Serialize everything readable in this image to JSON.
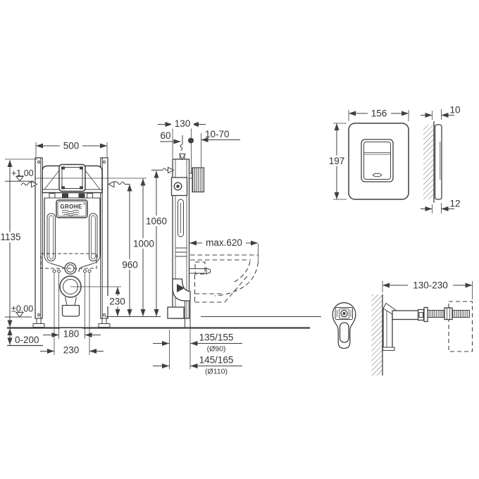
{
  "brand": {
    "logo": "GROHE",
    "registered": "®"
  },
  "front_view": {
    "width": "500",
    "height": "1135",
    "level_top": "+1.00",
    "level_floor": "±0.00",
    "floor_range": "0-200",
    "anchor_spacing": "180",
    "outlet_spacing": "230",
    "outlet_height": "230",
    "dim_960": "960",
    "dim_1000": "1000"
  },
  "side_view": {
    "depth": "130",
    "supply_offset": "60",
    "wall_thickness": "10-70",
    "dim_1060": "1060",
    "bowl_depth_max": "max.620",
    "outlet_90": "135/155",
    "outlet_90_dia": "(Ø90)",
    "outlet_110": "145/165",
    "outlet_110_dia": "(Ø110)"
  },
  "flush_plate": {
    "width": "156",
    "height": "197",
    "depth": "10",
    "total_depth": "12"
  },
  "wall_bracket": {
    "range": "130-230"
  }
}
